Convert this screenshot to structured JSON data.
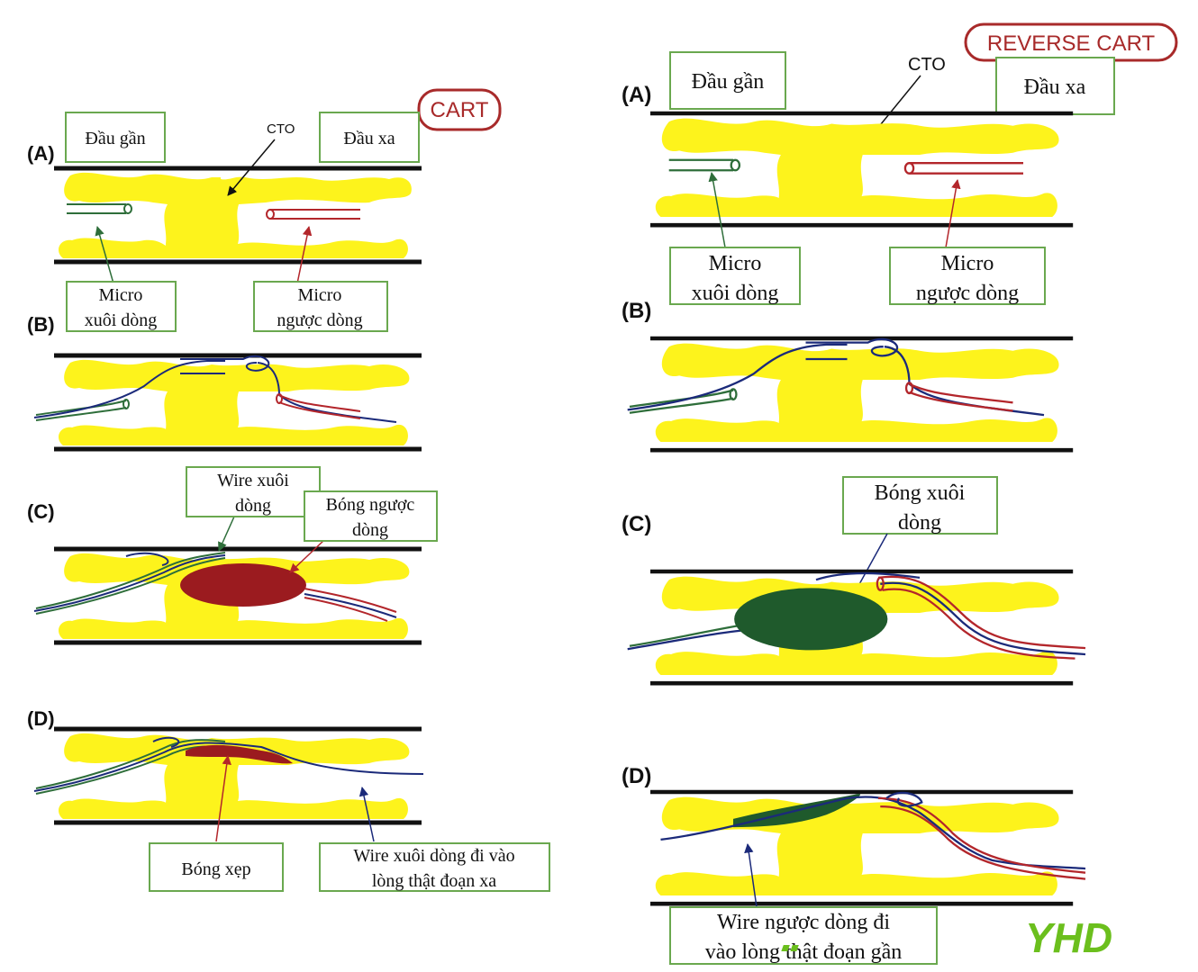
{
  "left": {
    "badge": "CART",
    "panel_labels": [
      "(A)",
      "(B)",
      "(C)",
      "(D)"
    ],
    "cto": "CTO",
    "proximal": "Đầu gần",
    "distal": "Đầu xa",
    "micro_antegrade": [
      "Micro",
      "xuôi dòng"
    ],
    "micro_retrograde": [
      "Micro",
      "ngược  dòng"
    ],
    "wire_antegrade": [
      "Wire xuôi",
      "dòng"
    ],
    "balloon_retrograde": [
      "Bóng ngược",
      "dòng"
    ],
    "balloon_deflated": "Bóng xẹp",
    "wire_into_distal": [
      "Wire xuôi dòng đi vào",
      "lòng thật đoạn xa"
    ]
  },
  "right": {
    "badge": "REVERSE CART",
    "panel_labels": [
      "(A)",
      "(B)",
      "(C)",
      "(D)"
    ],
    "cto": "CTO",
    "proximal": "Đầu gần",
    "distal": "Đầu xa",
    "micro_antegrade": [
      "Micro",
      "xuôi dòng"
    ],
    "micro_retrograde": [
      "Micro",
      "ngược  dòng"
    ],
    "balloon_antegrade": [
      "Bóng xuôi",
      "dòng"
    ],
    "wire_into_proximal": [
      "Wire ngược dòng đi",
      "vào lòng thật đoạn gần"
    ]
  },
  "logo": "YHD",
  "colors": {
    "plaque": "#fdf31c",
    "wall": "#111111",
    "antegrade": "#2e6e3a",
    "retrograde": "#b3262b",
    "guidewire": "#1b2a7a",
    "balloon_red": "#9b1b1f",
    "balloon_green": "#1f5a2c",
    "label_border": "#6aa84f",
    "badge_border": "#a82a2a",
    "logo": "#6bbf1d"
  }
}
